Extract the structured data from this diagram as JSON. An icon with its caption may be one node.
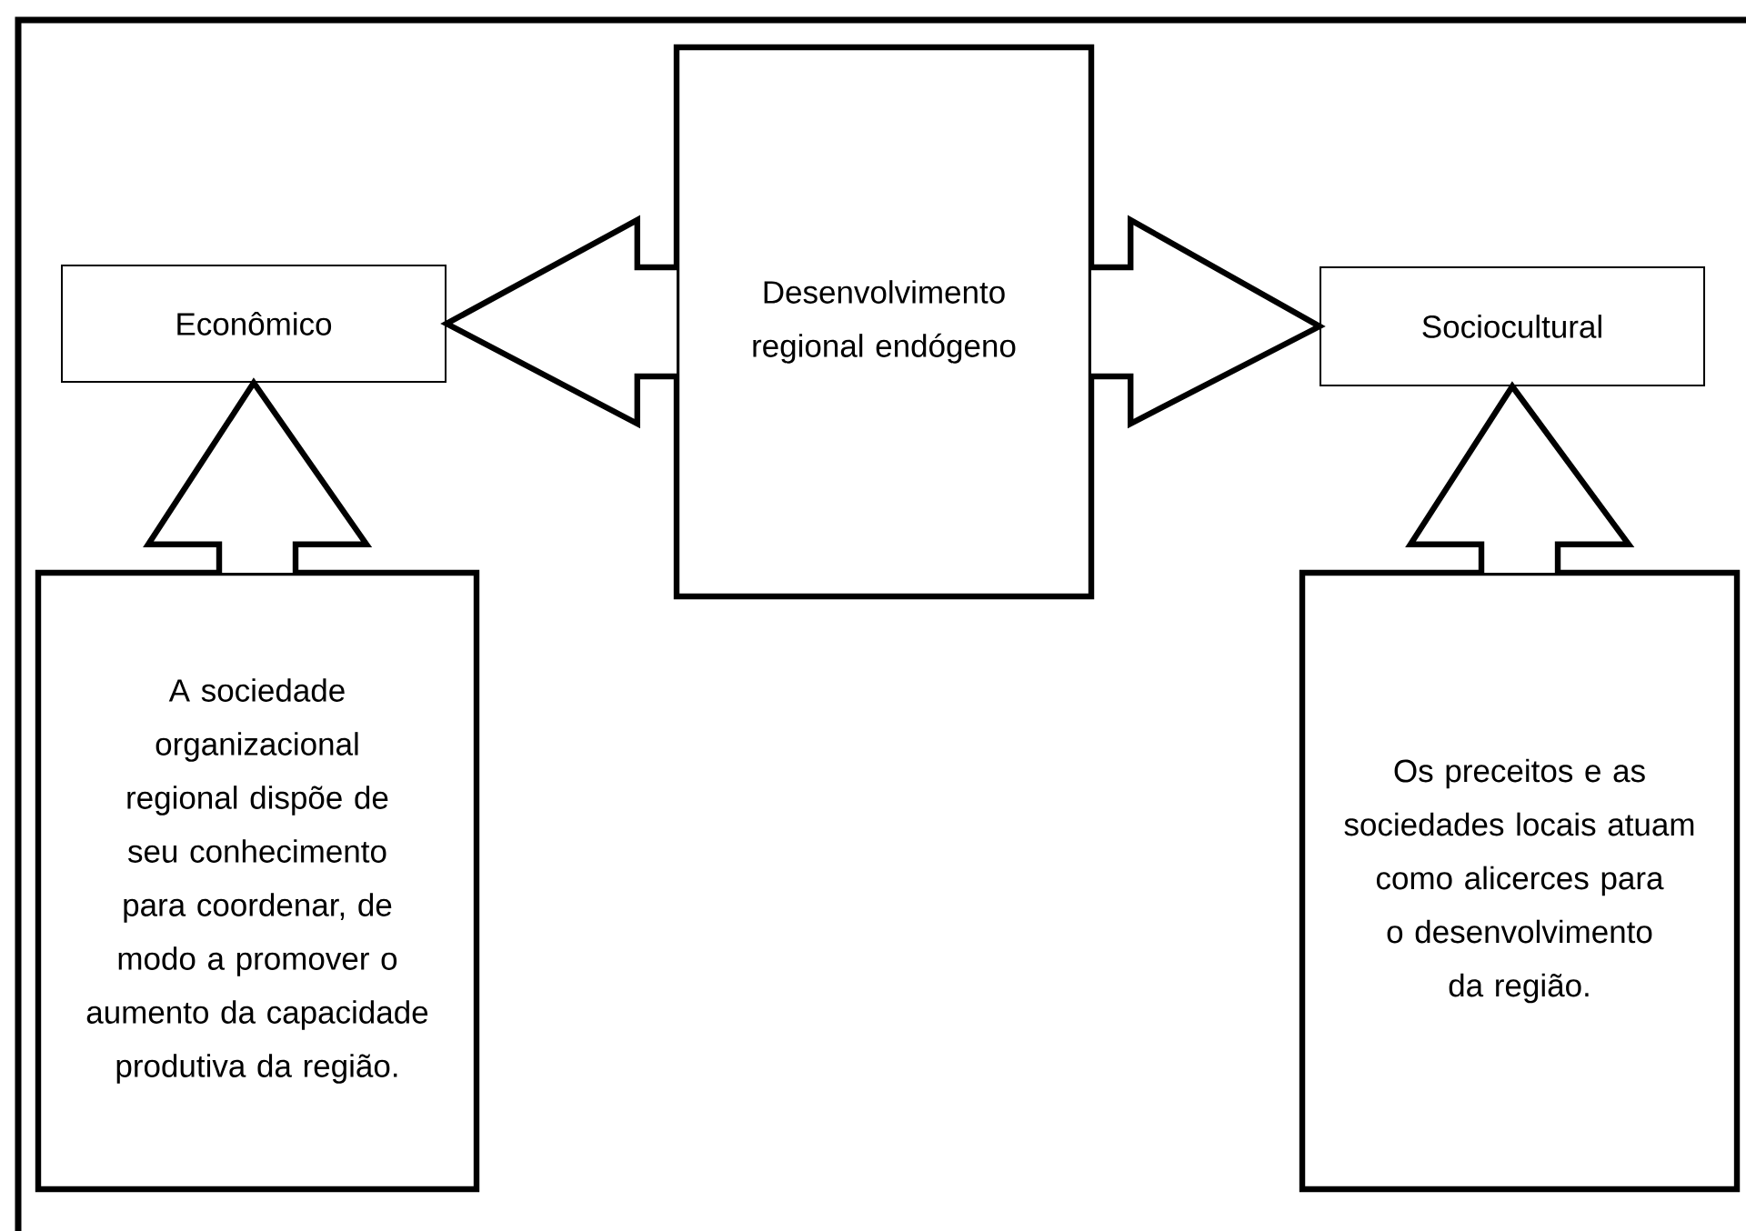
{
  "diagram": {
    "nodes": [
      {
        "text": [
          "Econômico"
        ]
      },
      {
        "text": [
          "Desenvolvimento regional endógeno"
        ]
      },
      {
        "text": [
          "Sociocultural"
        ]
      },
      {
        "text": [
          "A sociedade organizacional regional dispõe de seu conhecimento para coordenar, de modo a promover o aumento da capacidade produtiva da região."
        ]
      },
      {
        "text": [
          "Os preceitos e as sociedades locais atuam como alicerces para o desenvolvimento da região."
        ]
      }
    ],
    "edges": [
      {
        "from": 1,
        "to": 0,
        "arrow": "to"
      },
      {
        "from": 1,
        "to": 2,
        "arrow": "to"
      },
      {
        "from": 3,
        "to": 0,
        "arrow": "to"
      },
      {
        "from": 4,
        "to": 2,
        "arrow": "to"
      }
    ]
  }
}
